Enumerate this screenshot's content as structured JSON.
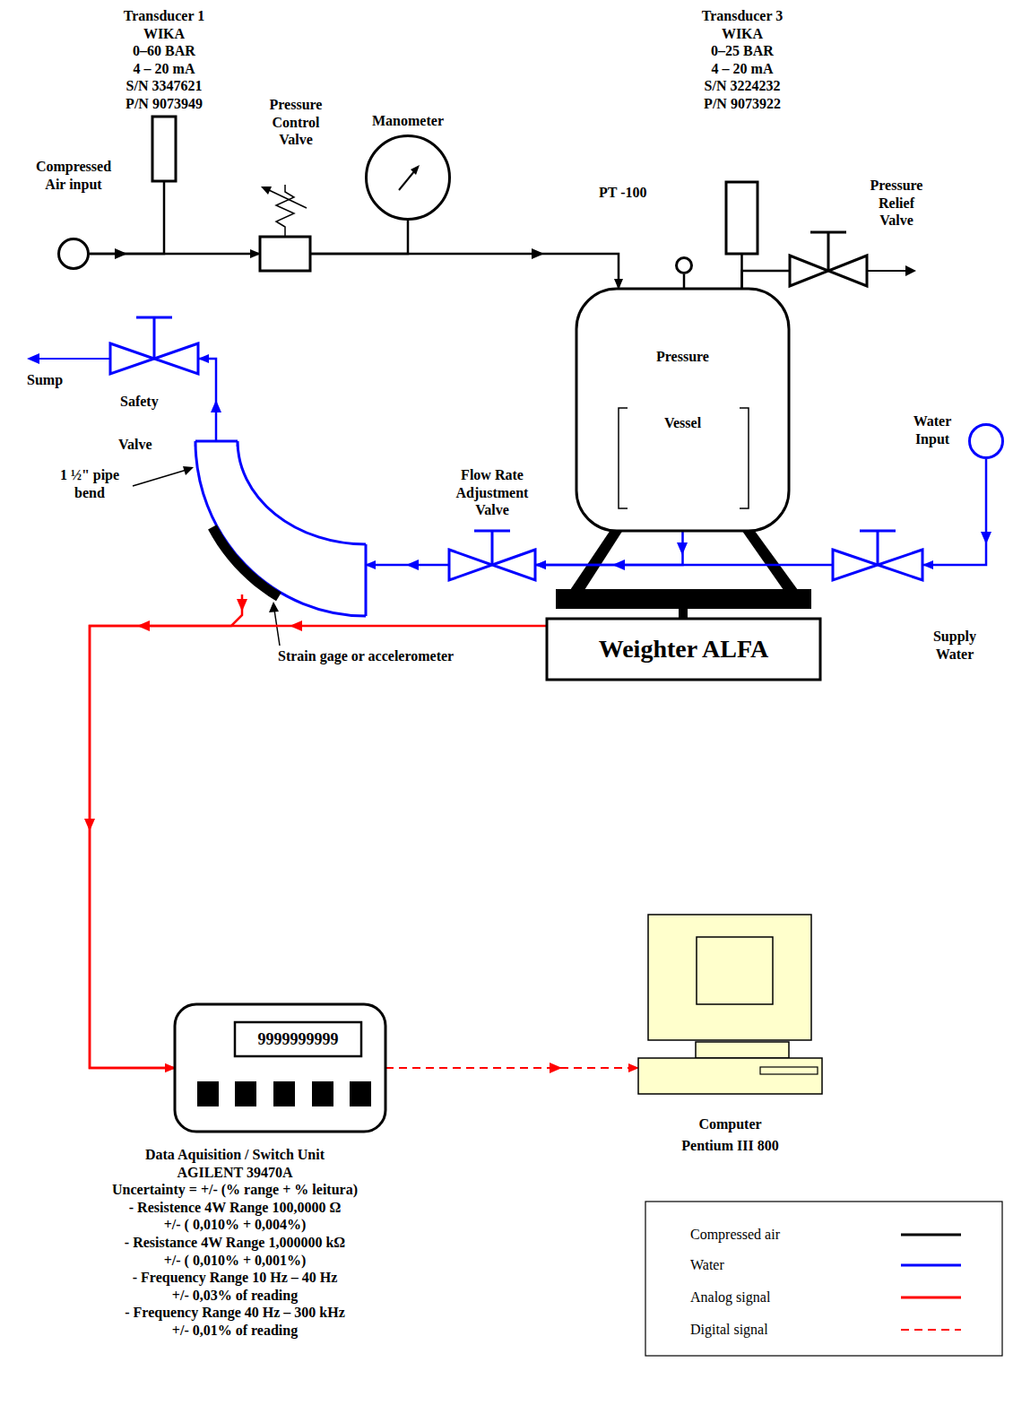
{
  "diagram": {
    "nodes": [
      {
        "text": [
          "Transducer 1",
          "WIKA",
          "0–60 BAR",
          "4 – 20 mA",
          "S/N 3347621",
          "P/N 9073949"
        ]
      },
      {
        "text": [
          "Compressed Air input"
        ]
      },
      {
        "text": [
          "Pressure Control Valve"
        ]
      },
      {
        "text": [
          "Manometer"
        ]
      },
      {
        "text": [
          "Transducer 3",
          "WIKA",
          "0–25 BAR",
          "4 – 20 mA",
          "S/N 3224232",
          "P/N 9073922"
        ]
      },
      {
        "text": [
          "PT -100"
        ]
      },
      {
        "text": [
          "Pressure Relief Valve"
        ]
      },
      {
        "text": [
          "Pressure",
          "Vessel"
        ]
      },
      {
        "text": [
          "Safety",
          "Valve"
        ]
      },
      {
        "text": [
          "Water Input"
        ]
      },
      {
        "text": [
          "1 ½\" pipe bend"
        ]
      },
      {
        "text": [
          "Strain gage or accelerometer"
        ]
      },
      {
        "text": [
          "Flow Rate Adjustment Valve"
        ]
      },
      {
        "text": [
          "Supply Water"
        ]
      },
      {
        "text": [
          "Weighter ALFA"
        ]
      },
      {
        "text": [
          "9999999999",
          "Data Aquisition / Switch Unit",
          "AGILENT 39470A",
          "Uncertainty = +/- (% range + % leitura)",
          "- Resistence 4W Range 100,0000 Ω",
          "+/- ( 0,010% + 0,004%)",
          "- Resistance 4W Range 1,000000 kΩ",
          "+/- ( 0,010% + 0,001%)",
          "- Frequency Range 10 Hz – 40 Hz",
          "+/- 0,03% of reading",
          "- Frequency Range 40 Hz – 300 kHz",
          "+/- 0,01% of reading"
        ]
      },
      {
        "text": [
          "Computer",
          "Pentium III 800"
        ]
      }
    ],
    "edges": [
      {
        "from": 1,
        "to": 2,
        "arrow": "to"
      },
      {
        "from": 1,
        "to": 0,
        "arrow": "none"
      },
      {
        "from": 2,
        "to": 7,
        "arrow": "to"
      },
      {
        "from": 2,
        "to": 3,
        "arrow": "none"
      },
      {
        "from": 5,
        "to": 7,
        "arrow": "none"
      },
      {
        "from": 4,
        "to": 7,
        "arrow": "none"
      },
      {
        "from": 7,
        "to": 6,
        "arrow": "none"
      },
      {
        "from": 9,
        "to": 13,
        "arrow": "to"
      },
      {
        "from": 13,
        "to": 12,
        "arrow": "to"
      },
      {
        "from": 7,
        "to": 12,
        "arrow": "to"
      },
      {
        "from": 12,
        "to": 10,
        "arrow": "to"
      },
      {
        "from": 10,
        "to": 8,
        "arrow": "to"
      },
      {
        "from": 11,
        "to": 15,
        "arrow": "to"
      },
      {
        "from": 14,
        "to": 15,
        "arrow": "to"
      },
      {
        "from": 15,
        "to": 16,
        "arrow": "to"
      }
    ],
    "labels": [
      "Sump"
    ],
    "legend": [
      {
        "text": "Compressed air"
      },
      {
        "text": "Water"
      },
      {
        "text": "Analog signal"
      },
      {
        "text": "Digital signal"
      }
    ]
  }
}
